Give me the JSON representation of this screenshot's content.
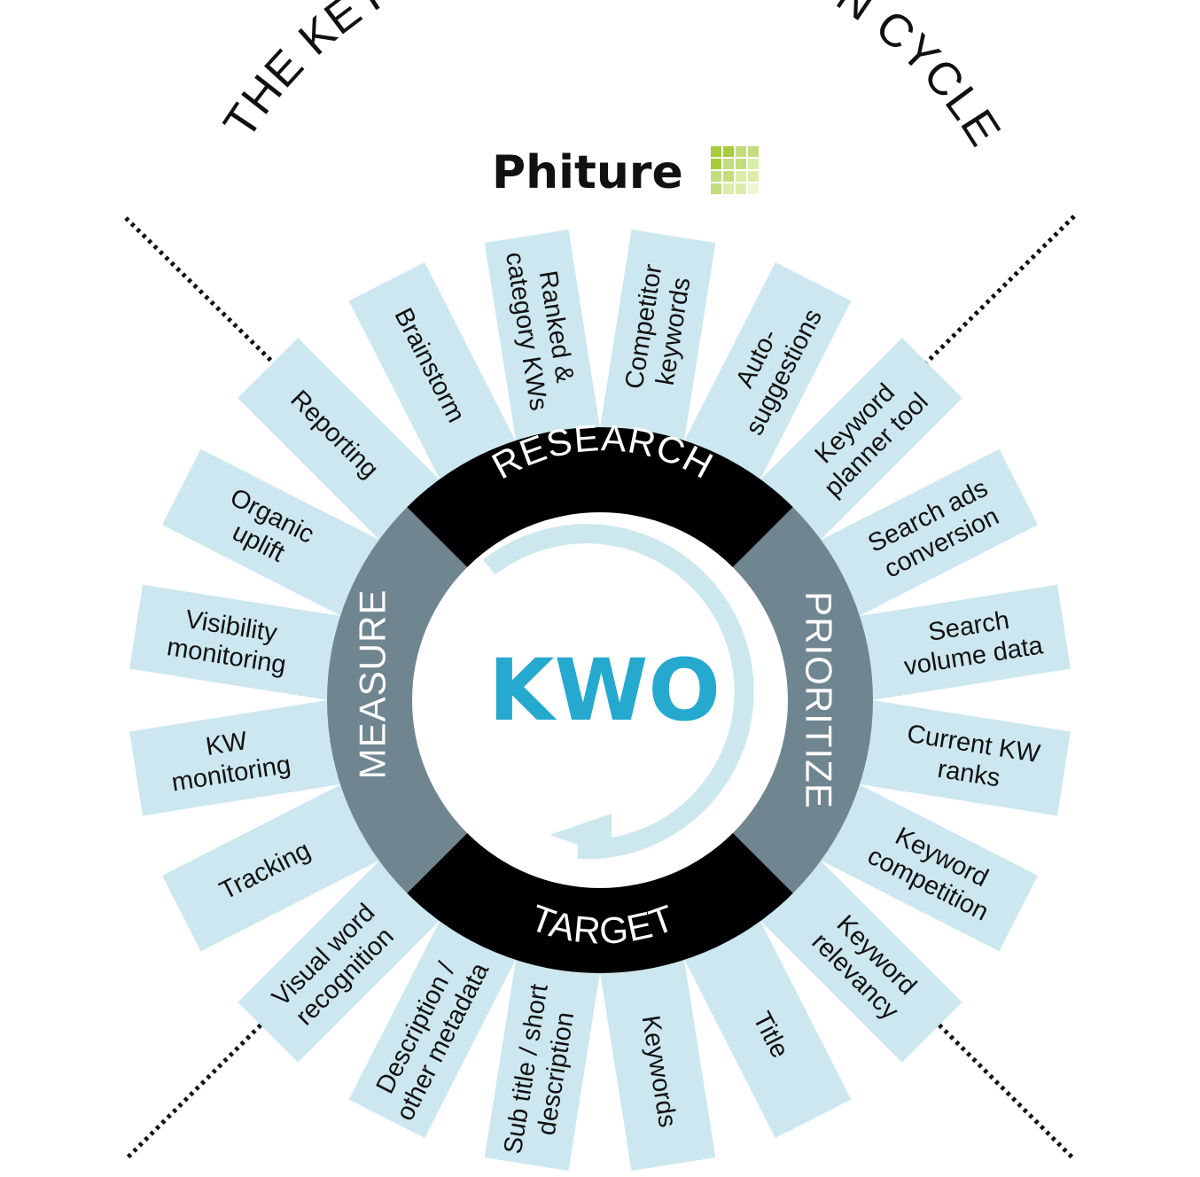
{
  "title": "THE KEYWORD OPTIMIZATION CYCLE",
  "brand": {
    "name": "Phiture",
    "logo_colors": [
      "#a6cc3b",
      "#c4dd7c",
      "#dceca9",
      "#eef6d5"
    ]
  },
  "center": {
    "label": "KWO",
    "color": "#26a9cf",
    "arrow_color": "#cde7ee"
  },
  "colors": {
    "ray_fill": "#cce7ef",
    "ring_research": "#000000",
    "ring_target": "#000000",
    "ring_prioritize": "#6f8590",
    "ring_measure": "#6f8590",
    "divider": "#111111"
  },
  "phases": [
    {
      "key": "research",
      "label": "RESEARCH"
    },
    {
      "key": "prioritize",
      "label": "PRIORITIZE"
    },
    {
      "key": "target",
      "label": "TARGET"
    },
    {
      "key": "measure",
      "label": "MEASURE"
    }
  ],
  "rays": [
    {
      "lines": [
        "Brainstorm"
      ]
    },
    {
      "lines": [
        "Ranked &",
        "category KWs"
      ]
    },
    {
      "lines": [
        "Competitor",
        "keywords"
      ]
    },
    {
      "lines": [
        "Auto-",
        "suggestions"
      ]
    },
    {
      "lines": [
        "Keyword",
        "planner tool"
      ]
    },
    {
      "lines": [
        "Search ads",
        "conversion"
      ]
    },
    {
      "lines": [
        "Search",
        "volume data"
      ]
    },
    {
      "lines": [
        "Current KW",
        "ranks"
      ]
    },
    {
      "lines": [
        "Keyword",
        "competition"
      ]
    },
    {
      "lines": [
        "Keyword",
        "relevancy"
      ]
    },
    {
      "lines": [
        "Title"
      ]
    },
    {
      "lines": [
        "Keywords"
      ]
    },
    {
      "lines": [
        "Sub title / short",
        "description"
      ]
    },
    {
      "lines": [
        "Description /",
        "other metadata"
      ]
    },
    {
      "lines": [
        "Visual word",
        "recognition"
      ]
    },
    {
      "lines": [
        "Tracking"
      ]
    },
    {
      "lines": [
        "KW",
        "monitoring"
      ]
    },
    {
      "lines": [
        "Visibility",
        "monitoring"
      ]
    },
    {
      "lines": [
        "Organic",
        "uplift"
      ]
    },
    {
      "lines": [
        "Reporting"
      ]
    }
  ]
}
